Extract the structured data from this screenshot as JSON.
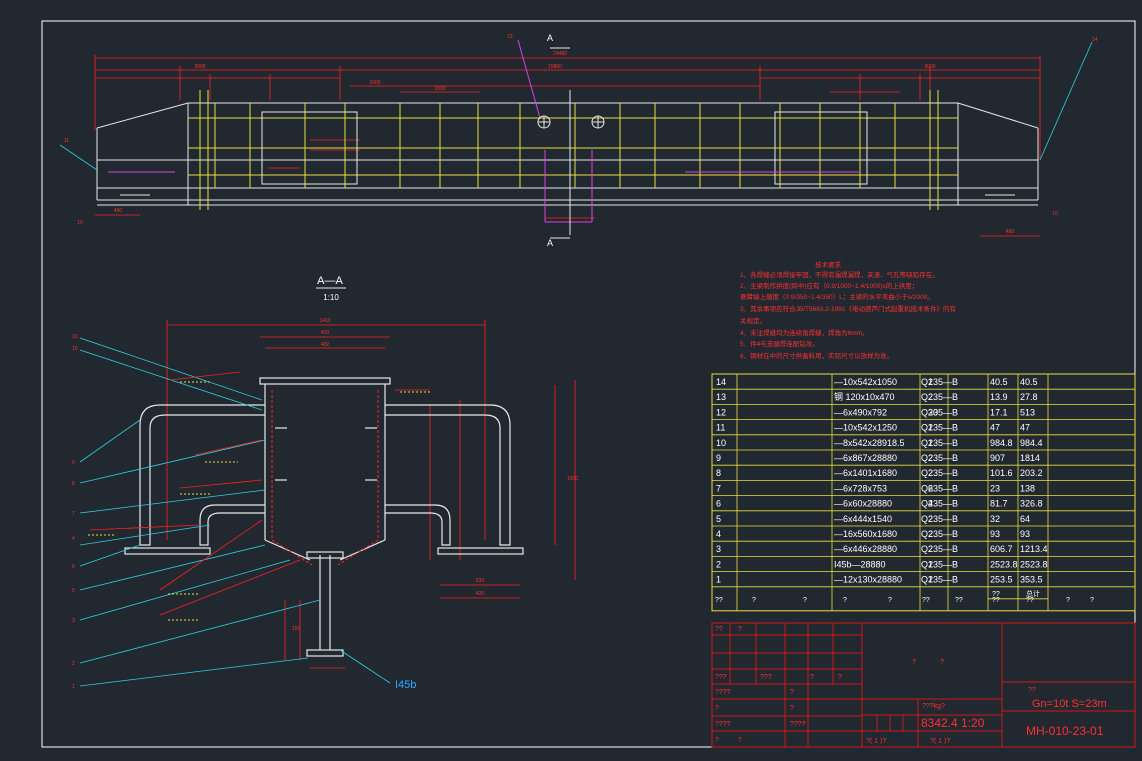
{
  "colors": {
    "background": "#212830",
    "frame": "#ffffff",
    "dimension": "#ff2020",
    "structure_white": "#e8e8e8",
    "structure_yellow": "#e8e040",
    "leader_cyan": "#2fd0e0",
    "magenta": "#e040e0",
    "table_line": "#e8e040",
    "title_red": "#d01818"
  },
  "main_view": {
    "dims": {
      "overall_inner": "28880",
      "overall_outer": "29480",
      "dim_a": "3000",
      "dim_b": "15800",
      "span_center": "6000",
      "left_end": "450",
      "right_end": "450",
      "left_low": "10",
      "right_low": "10",
      "pitch1": "1000",
      "pitch2": "1000"
    },
    "section_mark_top": "A",
    "section_mark_bottom": "A",
    "callout_13": "13",
    "callout_14": "14",
    "callout_11": "11"
  },
  "section_view": {
    "title": "A—A",
    "scale": "1:10",
    "dims": {
      "w_total": "1410",
      "w_mid": "420",
      "w_box": "402",
      "h_right": "1000",
      "w_bot_right": "530",
      "w_bot_right2": "420",
      "h_bot": "150"
    },
    "beam_label": "I45b",
    "callouts": [
      "13",
      "10",
      "9",
      "8",
      "7",
      "4",
      "6",
      "5",
      "3",
      "2",
      "1"
    ]
  },
  "tech_notes": {
    "title": "技术要求",
    "lines": [
      "1、各焊缝必须焊接牢固，不得有漏焊漏焊，夹渣、气孔等缺陷存在。",
      "2、主梁制作拱度(跨中)应有（0.9/1000~1.4/1000)s的上拱度；",
      "   悬臂端上翘度（0.9/350~1.4/350）L；主梁的水平弯曲小于s/2000。",
      "3、其余事项应符合JB/T5663.2-1991《电动葫芦门式起重机技术条件》的有",
      "关规定。",
      "4、未注焊缝均为连续角焊缝，焊角为6mm。",
      "5、件4与支腿焊连配钻攻。",
      "6、钢材在中的尺寸供备料用，实际尺寸以放样为准。"
    ]
  },
  "bom": {
    "rows": [
      {
        "no": "14",
        "spec": "—10x542x1050",
        "qty": "1",
        "mat": "Q235—B",
        "unit": "40.5",
        "total": "40.5"
      },
      {
        "no": "13",
        "spec": "钢 120x10x470",
        "qty": "2",
        "mat": "Q235—B",
        "unit": "13.9",
        "total": "27.8"
      },
      {
        "no": "12",
        "spec": "—6x490x792",
        "qty": "30",
        "mat": "Q235—B",
        "unit": "17.1",
        "total": "513"
      },
      {
        "no": "11",
        "spec": "—10x542x1250",
        "qty": "1",
        "mat": "Q235—B",
        "unit": "47",
        "total": "47"
      },
      {
        "no": "10",
        "spec": "—8x542x28918.5",
        "qty": "1",
        "mat": "Q235—B",
        "unit": "984.8",
        "total": "984.4"
      },
      {
        "no": "9",
        "spec": "—6x867x28880",
        "qty": "2",
        "mat": "Q235—B",
        "unit": "907",
        "total": "1814"
      },
      {
        "no": "8",
        "spec": "—6x1401x1680",
        "qty": "2",
        "mat": "Q235—B",
        "unit": "101.6",
        "total": "203.2"
      },
      {
        "no": "7",
        "spec": "—6x728x753",
        "qty": "6",
        "mat": "Q235—B",
        "unit": "23",
        "total": "138"
      },
      {
        "no": "6",
        "spec": "—6x60x28880",
        "qty": "4",
        "mat": "Q235—B",
        "unit": "81.7",
        "total": "326.8"
      },
      {
        "no": "5",
        "spec": "—6x444x1540",
        "qty": "2",
        "mat": "Q235—B",
        "unit": "32",
        "total": "64"
      },
      {
        "no": "4",
        "spec": "—16x560x1680",
        "qty": "2",
        "mat": "Q235—B",
        "unit": "93",
        "total": "93"
      },
      {
        "no": "3",
        "spec": "—6x446x28880",
        "qty": "2",
        "mat": "Q235—B",
        "unit": "606.7",
        "total": "1213.4"
      },
      {
        "no": "2",
        "spec": "I45b—28880",
        "qty": "1",
        "mat": "Q235—B",
        "unit": "2523.8",
        "total": "2523.8"
      },
      {
        "no": "1",
        "spec": "—12x130x28880",
        "qty": "1",
        "mat": "Q235—B",
        "unit": "253.5",
        "total": "353.5"
      }
    ],
    "header": [
      "??",
      "?",
      "?",
      "?",
      "?",
      "??",
      "??",
      "??",
      "??",
      "?",
      "?"
    ],
    "header_sub": [
      "??",
      "总计"
    ]
  },
  "title_block": {
    "q1": "?",
    "q2": "?",
    "spec_line": "Gn=10t  S=23m",
    "spec_head": "??",
    "drawing_no": "MH-010-23-01",
    "mass_scale": "8342.4  1:20",
    "mass_head": "???kg?",
    "grid_marks": [
      "??",
      "?",
      "???",
      "?",
      "?",
      "?",
      "????",
      "?",
      "?",
      "?",
      "????",
      "?",
      "????"
    ],
    "sheet_left": "?(  1  )?",
    "sheet_right": "?(  1  )?"
  }
}
